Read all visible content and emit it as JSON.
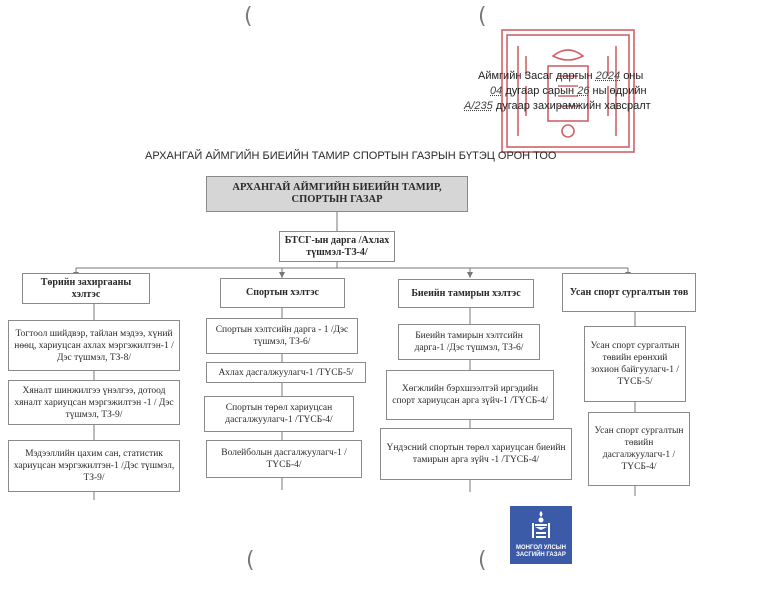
{
  "annotation": {
    "line1": "Аймгийн Засаг даргын",
    "line1_hand": "2024",
    "line1_end": "оны",
    "line2_hand": "04",
    "line2_mid": "дугаар сарын",
    "line2_hand2": "26",
    "line2_end": "ны өдрийн",
    "line3_hand": "А/235",
    "line3_end": "дугаар захирамжийн хавсралт"
  },
  "title": "АРХАНГАЙ АЙМГИЙН БИЕИЙН ТАМИР СПОРТЫН ГАЗРЫН БҮТЭЦ ОРОН ТОО",
  "top_box": "АРХАНГАЙ АЙМГИЙН БИЕИЙН ТАМИР, СПОРТЫН ГАЗАР",
  "head_box": "БТСГ-ын дарга /Ахлах түшмэл-ТЗ-4/",
  "departments": [
    {
      "header": "Төрийн захиргааны хэлтэс",
      "positions": [
        "Тогтоол шийдвэр, тайлан мэдээ, хүний нөөц, хариуцсан ахлах мэргэжилтэн-1 /Дэс түшмэл, ТЗ-8/",
        "Хяналт шинжилгээ үнэлгээ, дотоод хяналт хариуцсан мэргэжилтэн -1 / Дэс түшмэл, ТЗ-9/",
        "Мэдээллийн цахим сан, статистик хариуцсан мэргэжилтэн-1 /Дэс түшмэл, ТЗ-9/"
      ]
    },
    {
      "header": "Спортын хэлтэс",
      "positions": [
        "Спортын хэлтсийн дарга - 1 /Дэс түшмэл, ТЗ-6/",
        "Ахлах дасгалжуулагч-1 /ТҮСБ-5/",
        "Спортын төрөл хариуцсан дасгалжуулагч-1 /ТҮСБ-4/",
        "Волейболын дасгалжуулагч-1 /ТҮСБ-4/"
      ]
    },
    {
      "header": "Биеийн тамирын хэлтэс",
      "positions": [
        "Биеийн тамирын хэлтсийн дарга-1 /Дэс түшмэл, ТЗ-6/",
        "Хөгжлийн бэрхшээлтэй иргэдийн спорт хариуцсан арга зүйч-1 /ТҮСБ-4/",
        "Үндэсний спортын төрөл хариуцсан биеийн тамирын арга зүйч -1 /ТҮСБ-4/"
      ]
    },
    {
      "header": "Усан спорт сургалтын төв",
      "positions": [
        "Усан спорт сургалтын төвийн ерөнхий зохион байгуулагч-1 /ТҮСБ-5/",
        "Усан спорт сургалтын төвийн дасгалжуулагч-1 /ТҮСБ-4/"
      ]
    }
  ],
  "logo": {
    "line1": "МОНГОЛ УЛСЫН",
    "line2": "ЗАСГИЙН ГАЗАР",
    "color": "#3b5aa8"
  },
  "stamp_color": "#c0303a"
}
